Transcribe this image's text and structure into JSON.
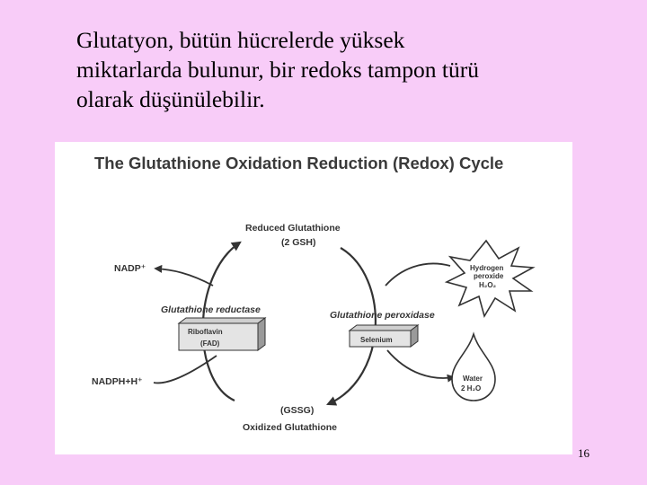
{
  "heading": {
    "line1": "Glutatyon, bütün hücrelerde yüksek",
    "line2": "miktarlarda bulunur, bir redoks tampon türü",
    "line3": "olarak düşünülebilir."
  },
  "figure": {
    "title": "The Glutathione Oxidation Reduction (Redox) Cycle",
    "reduced_line1": "Reduced Glutathione",
    "reduced_line2": "(2 GSH)",
    "oxidized_line1": "(GSSG)",
    "oxidized_line2": "Oxidized Glutathione",
    "nadp": "NADP⁺",
    "nadph": "NADPH+H⁺",
    "reductase": "Glutathione reductase",
    "riboflavin": "Riboflavin",
    "fad": "(FAD)",
    "peroxidase": "Glutathione peroxidase",
    "selenium": "Selenium",
    "h2o2_line1": "Hydrogen",
    "h2o2_line2": "peroxide",
    "h2o2_line3": "H₂O₂",
    "water_line1": "Water",
    "water_line2": "2 H₂O"
  },
  "page_number": "16",
  "colors": {
    "background": "#F8CCF8",
    "figure_background": "#FFFFFF",
    "ink": "#333333"
  }
}
